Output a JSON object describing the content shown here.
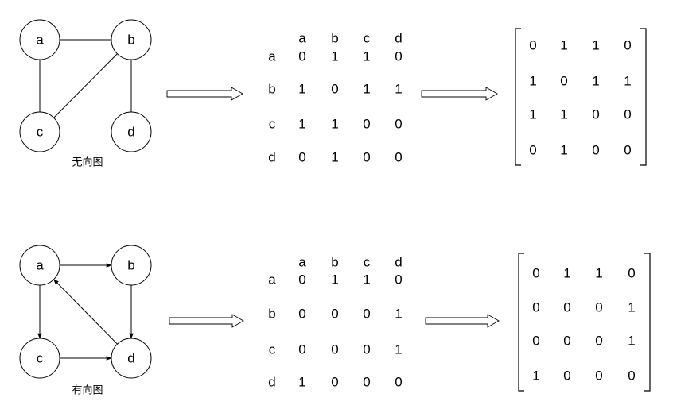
{
  "sections": [
    {
      "id": "undirected",
      "caption": "无向图",
      "node_labels": [
        "a",
        "b",
        "c",
        "d"
      ],
      "edges": [
        [
          "a",
          "b"
        ],
        [
          "a",
          "c"
        ],
        [
          "b",
          "c"
        ],
        [
          "b",
          "d"
        ]
      ],
      "directed": false,
      "table": {
        "col_headers": [
          "a",
          "b",
          "c",
          "d"
        ],
        "rows": [
          {
            "label": "a",
            "values": [
              "0",
              "1",
              "1",
              "0"
            ]
          },
          {
            "label": "b",
            "values": [
              "1",
              "0",
              "1",
              "1"
            ]
          },
          {
            "label": "c",
            "values": [
              "1",
              "1",
              "0",
              "0"
            ]
          },
          {
            "label": "d",
            "values": [
              "0",
              "1",
              "0",
              "0"
            ]
          }
        ]
      },
      "matrix": [
        [
          "0",
          "1",
          "1",
          "0"
        ],
        [
          "1",
          "0",
          "1",
          "1"
        ],
        [
          "1",
          "1",
          "0",
          "0"
        ],
        [
          "0",
          "1",
          "0",
          "0"
        ]
      ]
    },
    {
      "id": "directed",
      "caption": "有向图",
      "node_labels": [
        "a",
        "b",
        "c",
        "d"
      ],
      "edges": [
        [
          "a",
          "b"
        ],
        [
          "a",
          "c"
        ],
        [
          "b",
          "d"
        ],
        [
          "c",
          "d"
        ],
        [
          "d",
          "a"
        ]
      ],
      "directed": true,
      "table": {
        "col_headers": [
          "a",
          "b",
          "c",
          "d"
        ],
        "rows": [
          {
            "label": "a",
            "values": [
              "0",
              "1",
              "1",
              "0"
            ]
          },
          {
            "label": "b",
            "values": [
              "0",
              "0",
              "0",
              "1"
            ]
          },
          {
            "label": "c",
            "values": [
              "0",
              "0",
              "0",
              "1"
            ]
          },
          {
            "label": "d",
            "values": [
              "1",
              "0",
              "0",
              "0"
            ]
          }
        ]
      },
      "matrix": [
        [
          "0",
          "1",
          "1",
          "0"
        ],
        [
          "0",
          "0",
          "0",
          "1"
        ],
        [
          "0",
          "0",
          "0",
          "1"
        ],
        [
          "1",
          "0",
          "0",
          "0"
        ]
      ]
    }
  ]
}
